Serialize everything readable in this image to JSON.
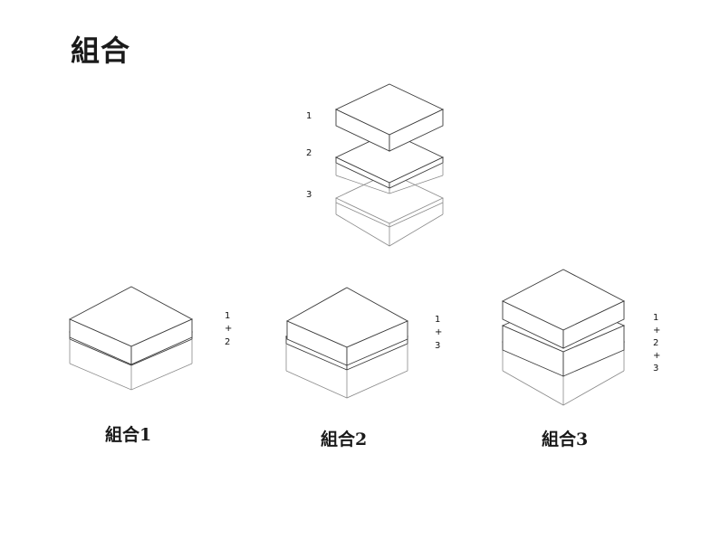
{
  "title": "組合",
  "exploded": {
    "labels": [
      "1",
      "2",
      "3"
    ]
  },
  "combos": [
    {
      "caption": "組合1",
      "stack": [
        "1",
        "+",
        "2"
      ]
    },
    {
      "caption": "組合2",
      "stack": [
        "1",
        "+",
        "3"
      ]
    },
    {
      "caption": "組合3",
      "stack": [
        "1",
        "+",
        "2",
        "+",
        "3"
      ]
    }
  ],
  "colors": {
    "line": "#3a3a3a",
    "thin_line": "#8a8a8a",
    "fill": "#ffffff"
  }
}
